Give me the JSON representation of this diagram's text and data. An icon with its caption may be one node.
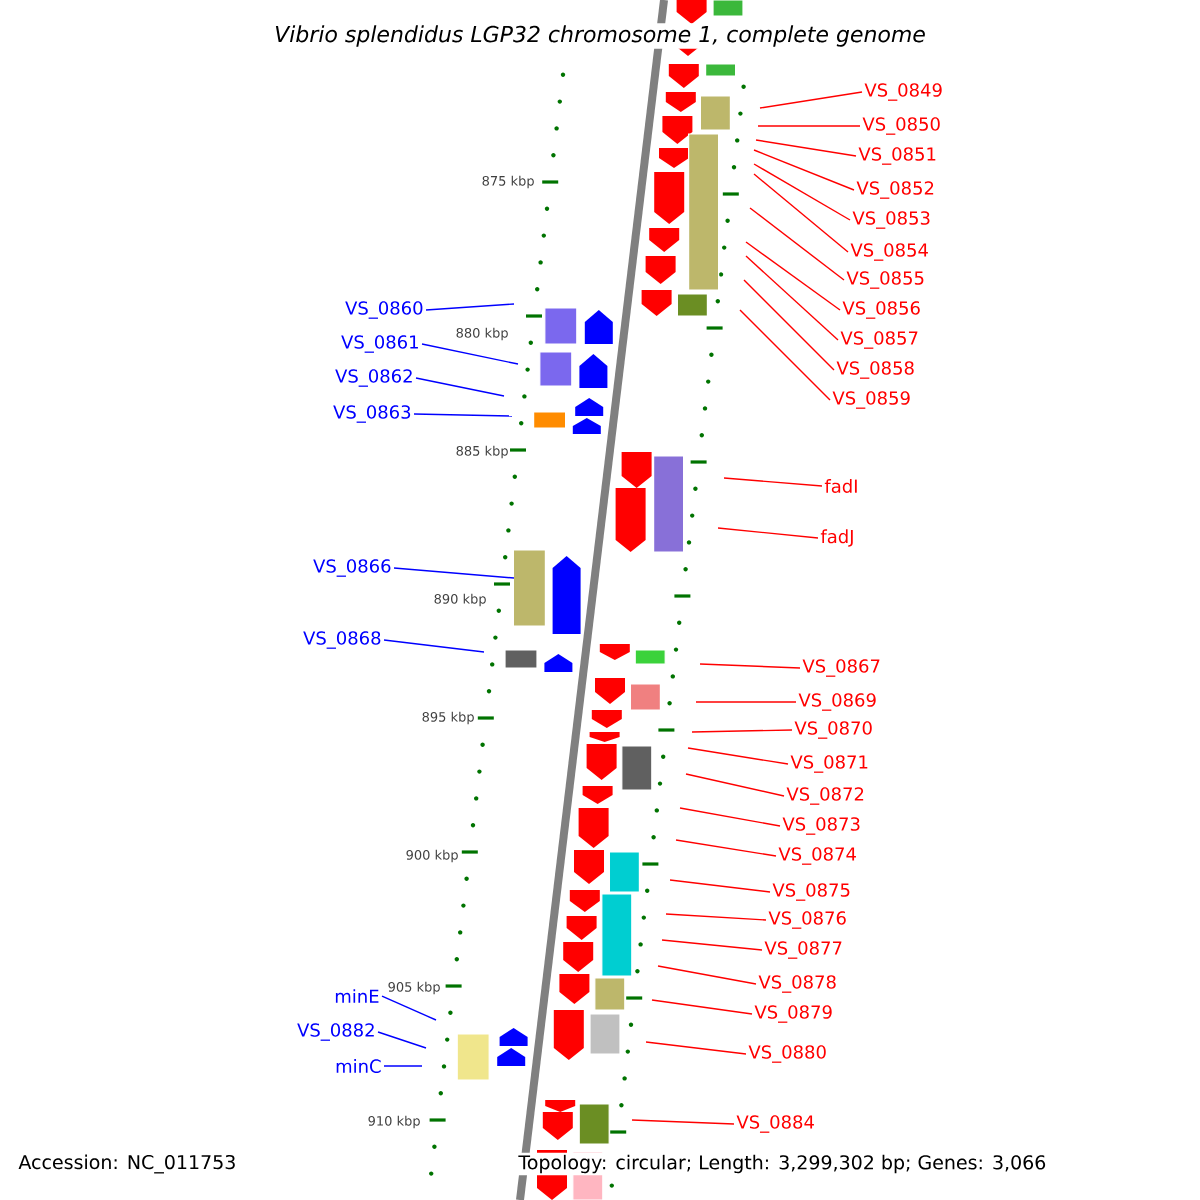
{
  "diagram": {
    "title": "Vibrio splendidus LGP32 chromosome 1, complete genome",
    "nodes": [
      {
        "text": [
          "VS_0849"
        ]
      },
      {
        "text": [
          "VS_0850"
        ]
      },
      {
        "text": [
          "VS_0851"
        ]
      },
      {
        "text": [
          "VS_0852"
        ]
      },
      {
        "text": [
          "VS_0853"
        ]
      },
      {
        "text": [
          "VS_0854"
        ]
      },
      {
        "text": [
          "VS_0855"
        ]
      },
      {
        "text": [
          "VS_0856"
        ]
      },
      {
        "text": [
          "VS_0857"
        ]
      },
      {
        "text": [
          "VS_0858"
        ]
      },
      {
        "text": [
          "VS_0859"
        ]
      },
      {
        "text": [
          "VS_0860"
        ]
      },
      {
        "text": [
          "VS_0861"
        ]
      },
      {
        "text": [
          "VS_0862"
        ]
      },
      {
        "text": [
          "VS_0863"
        ]
      },
      {
        "text": [
          "fadI"
        ]
      },
      {
        "text": [
          "fadJ"
        ]
      },
      {
        "text": [
          "VS_0866"
        ]
      },
      {
        "text": [
          "VS_0868"
        ]
      },
      {
        "text": [
          "VS_0867"
        ]
      },
      {
        "text": [
          "VS_0869"
        ]
      },
      {
        "text": [
          "VS_0870"
        ]
      },
      {
        "text": [
          "VS_0871"
        ]
      },
      {
        "text": [
          "VS_0872"
        ]
      },
      {
        "text": [
          "VS_0873"
        ]
      },
      {
        "text": [
          "VS_0874"
        ]
      },
      {
        "text": [
          "VS_0875"
        ]
      },
      {
        "text": [
          "VS_0876"
        ]
      },
      {
        "text": [
          "VS_0877"
        ]
      },
      {
        "text": [
          "VS_0878"
        ]
      },
      {
        "text": [
          "VS_0879"
        ]
      },
      {
        "text": [
          "minE"
        ]
      },
      {
        "text": [
          "VS_0882"
        ]
      },
      {
        "text": [
          "VS_0880"
        ]
      },
      {
        "text": [
          "minC"
        ]
      },
      {
        "text": [
          "VS_0884"
        ]
      }
    ],
    "edges": [
      {
        "from": 0,
        "to": null,
        "arrow": "none"
      },
      {
        "from": 1,
        "to": null,
        "arrow": "none"
      },
      {
        "from": 2,
        "to": null,
        "arrow": "none"
      },
      {
        "from": 3,
        "to": null,
        "arrow": "none"
      },
      {
        "from": 4,
        "to": null,
        "arrow": "none"
      },
      {
        "from": 5,
        "to": null,
        "arrow": "none"
      },
      {
        "from": 6,
        "to": null,
        "arrow": "none"
      },
      {
        "from": 7,
        "to": null,
        "arrow": "none"
      },
      {
        "from": 8,
        "to": null,
        "arrow": "none"
      },
      {
        "from": 9,
        "to": null,
        "arrow": "none"
      },
      {
        "from": 10,
        "to": null,
        "arrow": "none"
      },
      {
        "from": 11,
        "to": null,
        "arrow": "none",
        "color": "#0000ff"
      },
      {
        "from": 12,
        "to": null,
        "arrow": "none",
        "color": "#0000ff"
      },
      {
        "from": 13,
        "to": null,
        "arrow": "none",
        "color": "#0000ff"
      },
      {
        "from": 14,
        "to": null,
        "arrow": "none",
        "color": "#0000ff"
      },
      {
        "from": 15,
        "to": null,
        "arrow": "none"
      },
      {
        "from": 16,
        "to": null,
        "arrow": "none"
      },
      {
        "from": 17,
        "to": null,
        "arrow": "none",
        "color": "#0000ff"
      },
      {
        "from": 18,
        "to": null,
        "arrow": "none",
        "color": "#0000ff"
      },
      {
        "from": 19,
        "to": null,
        "arrow": "none"
      },
      {
        "from": 20,
        "to": null,
        "arrow": "none"
      },
      {
        "from": 21,
        "to": null,
        "arrow": "none"
      },
      {
        "from": 22,
        "to": null,
        "arrow": "none"
      },
      {
        "from": 23,
        "to": null,
        "arrow": "none"
      },
      {
        "from": 24,
        "to": null,
        "arrow": "none"
      },
      {
        "from": 25,
        "to": null,
        "arrow": "none"
      },
      {
        "from": 26,
        "to": null,
        "arrow": "none"
      },
      {
        "from": 27,
        "to": null,
        "arrow": "none"
      },
      {
        "from": 28,
        "to": null,
        "arrow": "none"
      },
      {
        "from": 29,
        "to": null,
        "arrow": "none"
      },
      {
        "from": 30,
        "to": null,
        "arrow": "none"
      },
      {
        "from": 31,
        "to": null,
        "arrow": "none",
        "color": "#0000ff"
      },
      {
        "from": 32,
        "to": null,
        "arrow": "none",
        "color": "#0000ff"
      },
      {
        "from": 33,
        "to": null,
        "arrow": "none"
      },
      {
        "from": 34,
        "to": null,
        "arrow": "none",
        "color": "#0000ff"
      },
      {
        "from": 35,
        "to": null,
        "arrow": "none"
      }
    ],
    "labels": [
      "875 kbp",
      "880 kbp",
      "885 kbp",
      "890 kbp",
      "895 kbp",
      "900 kbp",
      "905 kbp",
      "910 kbp",
      "Accession: NC_011753",
      "Topology: circular; Length: 3,299,302 bp; Genes: 3,066"
    ]
  }
}
